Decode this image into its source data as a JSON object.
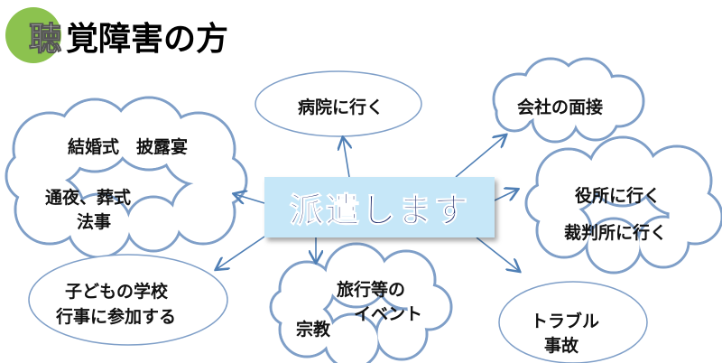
{
  "title": {
    "first_char": "聴",
    "rest": "覚障害の方"
  },
  "center": {
    "label": "派遣します"
  },
  "nodes": {
    "hospital": "病院に行く",
    "interview": "会社の面接",
    "wedding": "結婚式　披露宴",
    "funeral_1": "通夜、葬式",
    "funeral_2": "法事",
    "cityhall": "役所に行く",
    "court": "裁判所に行く",
    "school_1": "子どもの学校",
    "school_2": "行事に参加する",
    "travel_1": "旅行等の",
    "travel_2": "イベント",
    "religion": "宗教",
    "trouble_1": "トラブル",
    "trouble_2": "事故"
  },
  "colors": {
    "accent": "#8cc24f",
    "outline": "#7f9fc8",
    "center_fill": "#c6e7f8",
    "center_text": "#1d2b6b"
  }
}
